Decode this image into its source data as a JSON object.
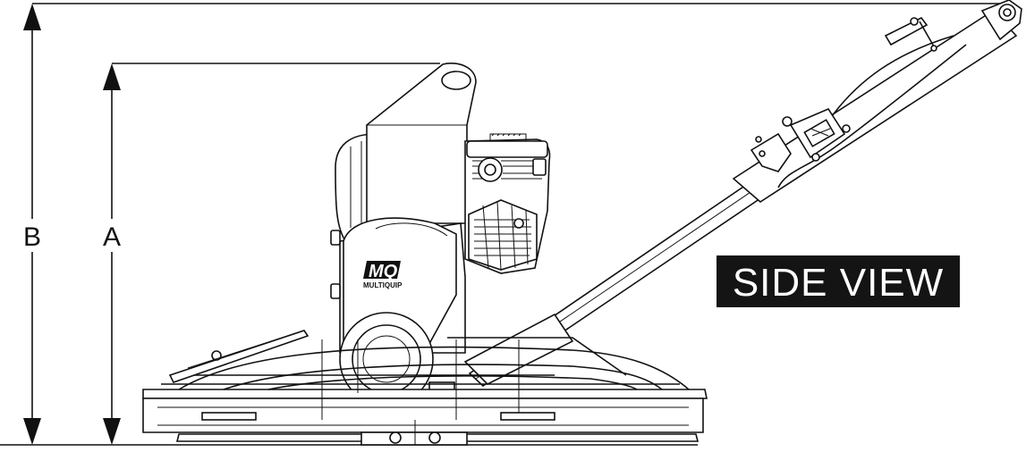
{
  "labels": {
    "dimension_b": "B",
    "dimension_a": "A",
    "view_title": "SIDE VIEW",
    "logo_mark": "MQ",
    "logo_brand": "MULTIQUIP"
  },
  "colors": {
    "line": "#111111",
    "background": "#ffffff",
    "badge": "#141414"
  }
}
